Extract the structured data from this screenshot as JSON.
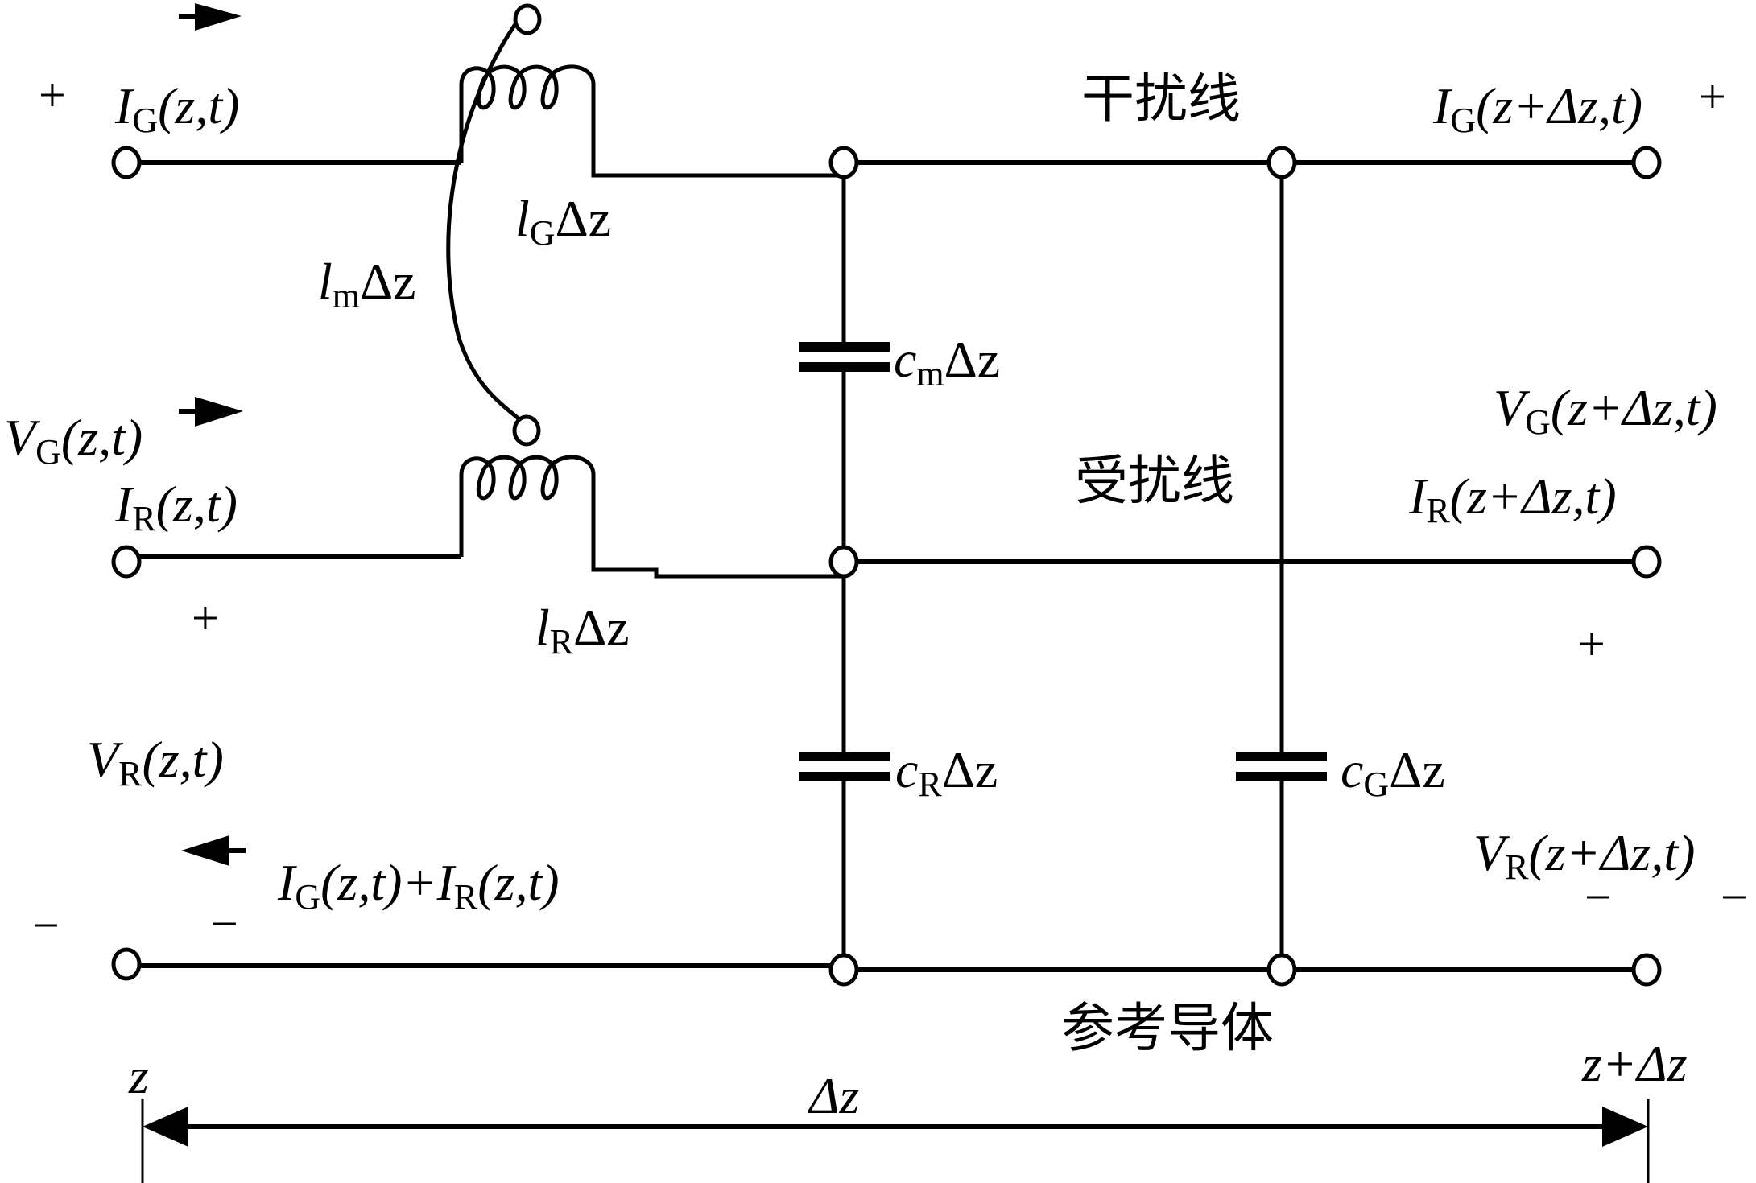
{
  "diagram": {
    "type": "coupled transmission line per-unit-length equivalent circuit",
    "lines": {
      "generator": "干扰线",
      "receptor": "受扰线",
      "reference": "参考导体"
    },
    "elements": {
      "lG": {
        "sym": "l",
        "sub": "G",
        "tail": "Δz"
      },
      "lR": {
        "sym": "l",
        "sub": "R",
        "tail": "Δz"
      },
      "lm": {
        "sym": "l",
        "sub": "m",
        "tail": "Δz"
      },
      "cm": {
        "sym": "c",
        "sub": "m",
        "tail": "Δz"
      },
      "cR": {
        "sym": "c",
        "sub": "R",
        "tail": "Δz"
      },
      "cG": {
        "sym": "c",
        "sub": "G",
        "tail": "Δz"
      }
    },
    "port_labels": {
      "IG_left": {
        "sym": "I",
        "sub": "G",
        "arg": "(z,t)"
      },
      "VG_left": {
        "sym": "V",
        "sub": "G",
        "arg": "(z,t)"
      },
      "IR_left": {
        "sym": "I",
        "sub": "R",
        "arg": "(z,t)"
      },
      "VR_left": {
        "sym": "V",
        "sub": "R",
        "arg": "(z,t)"
      },
      "Isum_a": {
        "sym": "I",
        "sub": "G",
        "arg": "(z,t)+"
      },
      "Isum_b": {
        "sym": "I",
        "sub": "R",
        "arg": "(z,t)"
      },
      "IG_right": {
        "sym": "I",
        "sub": "G",
        "arg": "(z+Δz,t)"
      },
      "VG_right": {
        "sym": "V",
        "sub": "G",
        "arg": "(z+Δz,t)"
      },
      "IR_right": {
        "sym": "I",
        "sub": "R",
        "arg": "(z+Δz,t)"
      },
      "VR_right": {
        "sym": "V",
        "sub": "R",
        "arg": "(z+Δz,t)"
      }
    },
    "signs": {
      "plus": "+",
      "minus": "−"
    },
    "axis": {
      "start": "z",
      "span": "Δz",
      "end": "z+Δz"
    }
  }
}
